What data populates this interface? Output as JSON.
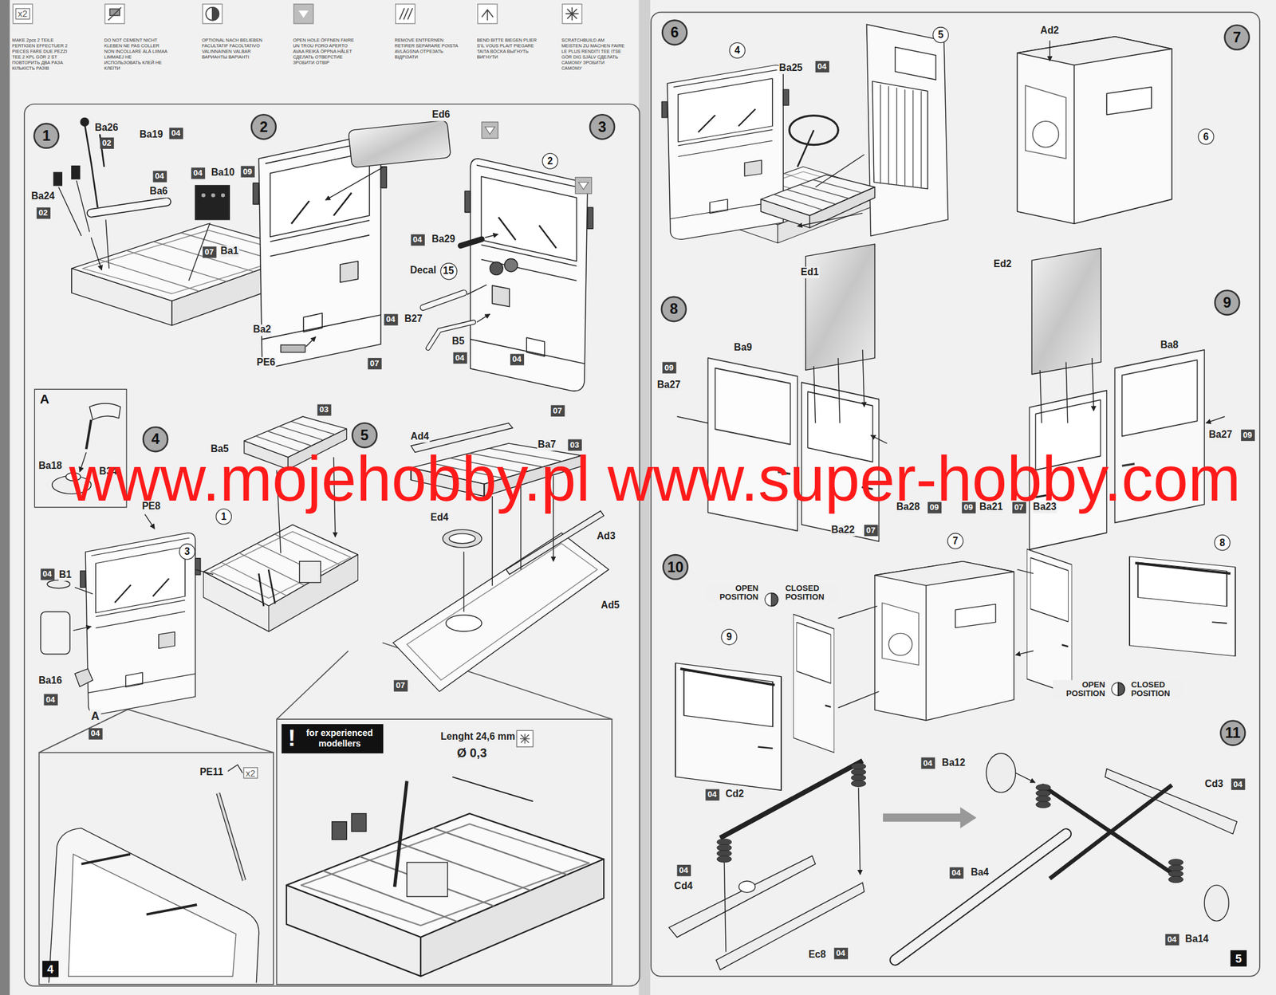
{
  "diagram": {
    "nodes": [
      {
        "text": [
          "1"
        ]
      },
      {
        "text": [
          "2"
        ]
      },
      {
        "text": [
          "3"
        ]
      },
      {
        "text": [
          "2"
        ]
      },
      {
        "text": [
          "15"
        ]
      },
      {
        "text": [
          "A"
        ]
      },
      {
        "text": [
          "4"
        ]
      },
      {
        "text": [
          "5"
        ]
      },
      {
        "text": [
          "1"
        ]
      },
      {
        "text": [
          "3"
        ]
      },
      {
        "text": [
          "!",
          "for experienced modellers"
        ]
      },
      {
        "text": [
          "6"
        ]
      },
      {
        "text": [
          "4"
        ]
      },
      {
        "text": [
          "5"
        ]
      },
      {
        "text": [
          "7"
        ]
      },
      {
        "text": [
          "6"
        ]
      },
      {
        "text": [
          "8"
        ]
      },
      {
        "text": [
          "9"
        ]
      },
      {
        "text": [
          "10"
        ]
      },
      {
        "text": [
          "7"
        ]
      },
      {
        "text": [
          "8"
        ]
      },
      {
        "text": [
          "9"
        ]
      },
      {
        "text": [
          "11"
        ]
      }
    ],
    "labels": [
      "x2",
      "Ba26",
      "02",
      "Ba19",
      "04",
      "04",
      "Ba6",
      "04",
      "Ba10",
      "09",
      "Ba24",
      "02",
      "07",
      "Ba1",
      "Ed6",
      "Ba2",
      "PE6",
      "07",
      "04",
      "Ba29",
      "Decal",
      "04",
      "B27",
      "B5",
      "04",
      "04",
      "07",
      "Ba18",
      "B34",
      "Ba5",
      "03",
      "PE8",
      "04",
      "B1",
      "Ba16",
      "04",
      "A",
      "04",
      "Ad4",
      "Ba7",
      "03",
      "Ed4",
      "Ad3",
      "Ad5",
      "07",
      "PE11",
      "x2",
      "Lenght 24,6 mm",
      "Ø 0,3",
      "4",
      "Ad2",
      "Ba25",
      "04",
      "Ed1",
      "Ba9",
      "09",
      "Ba27",
      "Ba28",
      "09",
      "Ba22",
      "07",
      "Ed2",
      "Ba8",
      "Ba27",
      "09",
      "09",
      "Ba21",
      "07",
      "Ba23",
      "OPEN POSITION",
      "CLOSED POSITION",
      "OPEN POSITION",
      "CLOSED POSITION",
      "04",
      "Ba12",
      "04",
      "Cd2",
      "04",
      "Cd4",
      "Ec8",
      "04",
      "04",
      "Ba4",
      "04",
      "Ba14",
      "Cd3",
      "04",
      "5",
      "www.mojehobby.pl www.super-hobby.com"
    ],
    "legend": [
      {
        "text": "MAKE 2pcs 2 TEILE FERTIGEN EFFECTUER 2 PIECES FARE DUE PEZZI TEE 2 KPL GÖR 2 ST ПОВТОРИТЬ ДВА РАЗА КІЛЬКІСТЬ РАЗІВ"
      },
      {
        "text": "DO NOT CEMENT NICHT KLEBEN NE PAS COLLER NON INCOLLARE ÄLÄ LIIMAA LIMMAEJ НЕ ИСПОЛЬЗОВАТЬ КЛЕЙ НЕ КЛЕЇТИ"
      },
      {
        "text": "OPTIONAL NACH BELIEBEN FACULTATIF FACOLTATIVO VALINNAINEN VALBAR ВАРИАНТЫ ВАРІАНТІ"
      },
      {
        "text": "OPEN HOLE ÖFFNEN FAIRE UN TROU FORO APERTO AVAA REIKÄ ÖPPNA HÅLET СДЕЛАТЬ ОТВЕРСТИЕ ЗРОБИТИ ОТВІР"
      },
      {
        "text": "REMOVE ENTFERNEN RETIRER SEPARARE POISTA AVLÄGSNA ОТРЕЗАТЬ ВІДРІЗАТИ"
      },
      {
        "text": "BEND BITTE BIEGEN PLIER S'IL VOUS PLAIT PIEGARE TAITA BÖCKA ВЫГНУТЬ ВИГНУТИ"
      },
      {
        "text": "SCRATCHBUILD AM MEISTEN ZU MACHEN FAIRE LE PLUS RENDITI TEE ITSE GÖR DIG SJÄLV СДЕЛАТЬ САМОМУ ЗРОБИТИ САМОМУ"
      }
    ]
  }
}
